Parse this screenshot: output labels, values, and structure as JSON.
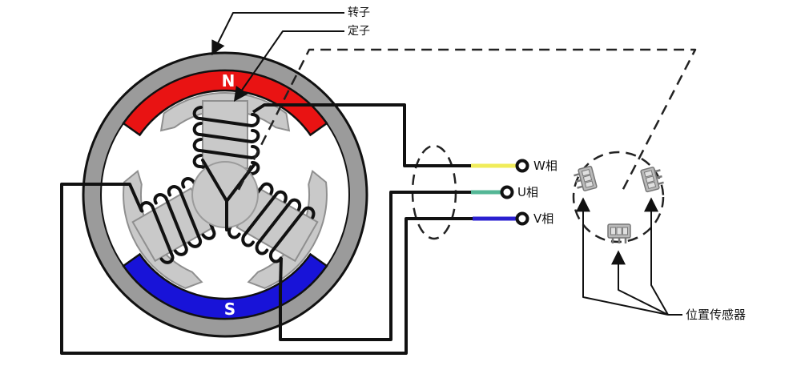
{
  "diagram": {
    "labels": {
      "rotor": "转子",
      "stator": "定子",
      "position_sensor": "位置传感器",
      "magnet_north": "N",
      "magnet_south": "S"
    },
    "phases": [
      {
        "label": "W相",
        "wire_color": "#f0ec5a"
      },
      {
        "label": "U相",
        "wire_color": "#54b796"
      },
      {
        "label": "V相",
        "wire_color": "#2a1fd0"
      }
    ],
    "colors": {
      "magnet_north": "#e91313",
      "magnet_south": "#1813d8"
    }
  }
}
